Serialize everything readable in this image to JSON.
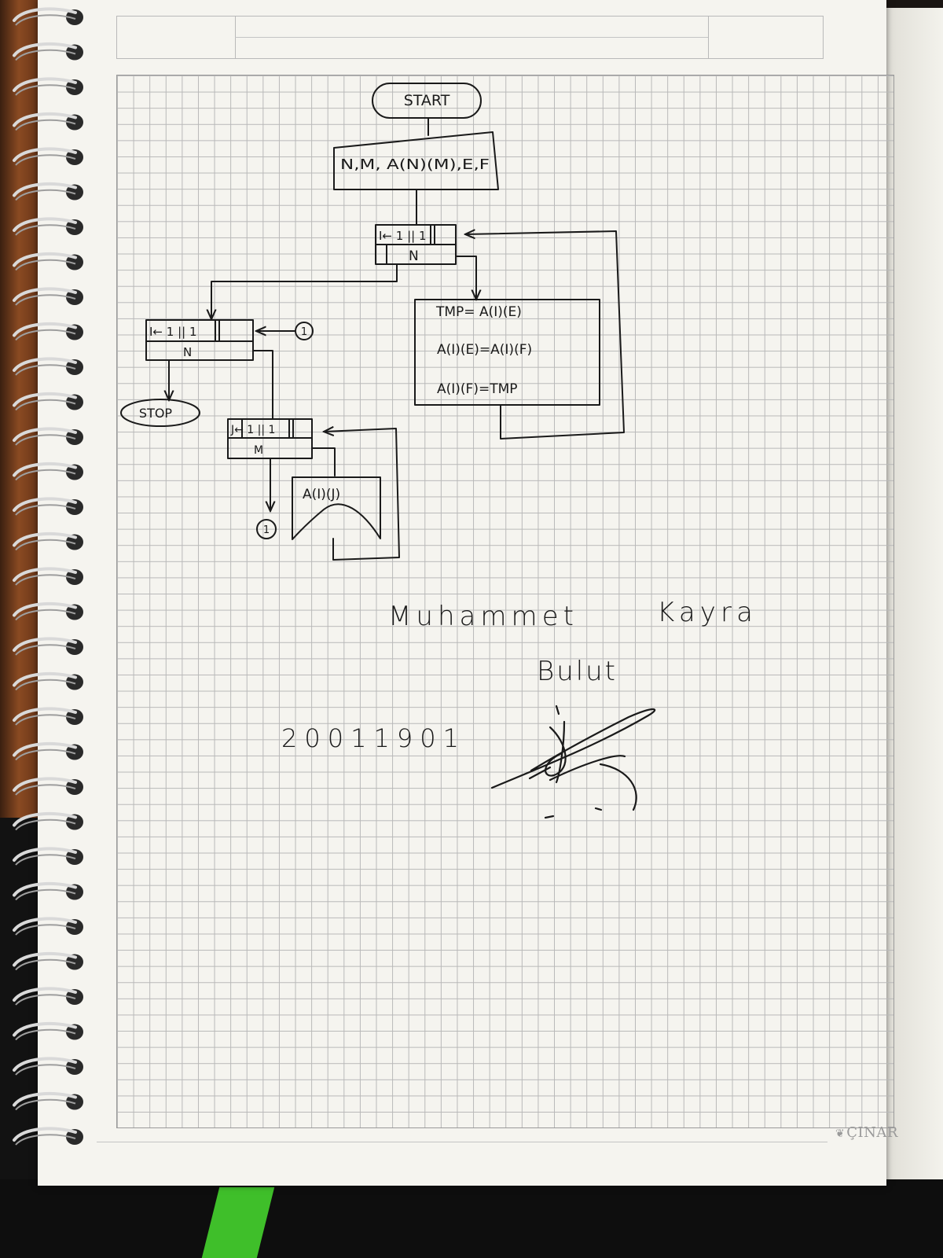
{
  "notebook": {
    "brand": "ÇINAR"
  },
  "flowchart": {
    "start": "START",
    "input": "N,M, A(N)(M),E,F",
    "loop_i_top": "I← 1 || 1",
    "loop_i_top_end": "N",
    "process_lines": [
      "TMP= A(I)(E)",
      "A(I)(E)=A(I)(F)",
      "A(I)(F)=TMP"
    ],
    "loop_i_left": "I← 1 || 1",
    "loop_i_left_end": "N",
    "connector": "1",
    "stop": "STOP",
    "loop_j": "J← 1 || 1",
    "loop_j_end": "M",
    "output": "A(I)(J)",
    "connector_bottom": "1"
  },
  "handwriting": {
    "first_name": "Muhammet",
    "middle_name": "Kayra",
    "last_name": "Bulut",
    "student_number": "20011901"
  },
  "colors": {
    "ink": "#1a1a1a",
    "paper": "#f5f4ef",
    "grid": "#b8b8b8"
  }
}
